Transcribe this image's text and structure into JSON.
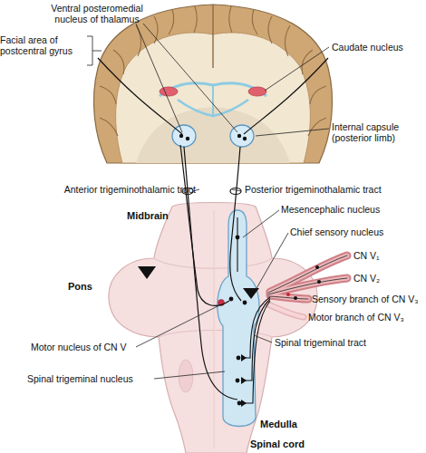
{
  "diagram": {
    "labels": [
      "Ventral posteromedial nucleus of thalamus",
      "Facial area of postcentral gyrus",
      "Caudate nucleus",
      "Internal capsule (posterior limb)",
      "Anterior trigeminothalamic tract",
      "Posterior trigeminothalamic tract",
      "Midbrain",
      "Mesencephalic nucleus",
      "Chief sensory nucleus",
      "CN V₁",
      "CN V₂",
      "Sensory branch of CN V₃",
      "Motor branch of CN V₃",
      "Pons",
      "Motor nucleus of CN V",
      "Spinal trigeminal tract",
      "Spinal trigeminal nucleus",
      "Medulla",
      "Spinal cord"
    ]
  }
}
